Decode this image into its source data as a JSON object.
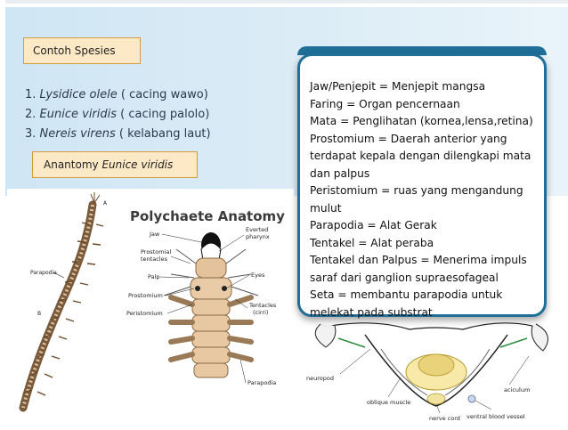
{
  "tags": {
    "species_title": "Contoh Spesies",
    "anatomy_prefix": "Anantomy ",
    "anatomy_species": "Eunice viridis"
  },
  "species": [
    {
      "num": "1. ",
      "name": "Lysidice olele",
      "common": " ( cacing wawo)"
    },
    {
      "num": "2. ",
      "name": "Eunice viridis",
      "common": " ( cacing palolo)"
    },
    {
      "num": "3. ",
      "name": "Nereis virens",
      "common": " ( kelabang laut)"
    }
  ],
  "callout": {
    "lines": [
      "Jaw/Penjepit = Menjepit mangsa",
      "Faring = Organ pencernaan",
      "Mata = Penglihatan (kornea,lensa,retina)",
      "Prostomium = Daerah anterior yang",
      "terdapat kepala dengan dilengkapi mata",
      "dan palpus",
      "Peristomium = ruas yang mengandung",
      "mulut",
      "Parapodia = Alat Gerak",
      "Tentakel = Alat peraba",
      "Tentakel dan Palpus = Menerima impuls",
      "saraf dari ganglion supraesofageal",
      "Seta = membantu parapodia untuk",
      "melekat pada substrat"
    ]
  },
  "left_figure": {
    "title": "Polychaete Anatomy",
    "labels": {
      "jaw": "Jaw",
      "everted": "Everted",
      "pharynx": "pharynx",
      "prostomial": "Prostomial",
      "tentacles": "tentacles",
      "palp": "Palp",
      "prostomium": "Prostomium",
      "peristomium": "Peristomium",
      "eyes": "Eyes",
      "tentacles2": "Tentacles",
      "cirri": "(cirri)",
      "parapodia": "Parapodia",
      "parapodia_small": "Parapodia",
      "a": "A",
      "b": "B"
    }
  },
  "right_figure": {
    "labels": {
      "neuropod": "neuropod",
      "oblique": "oblique muscle",
      "nerve": "nerve cord",
      "aciculum": "aciculum",
      "ventral": "ventral blood vessel"
    }
  },
  "colors": {
    "accent": "#1f6f98",
    "tag_fill": "#fde9c6",
    "tag_border": "#d79a3e",
    "band": "#d6eaf5"
  }
}
